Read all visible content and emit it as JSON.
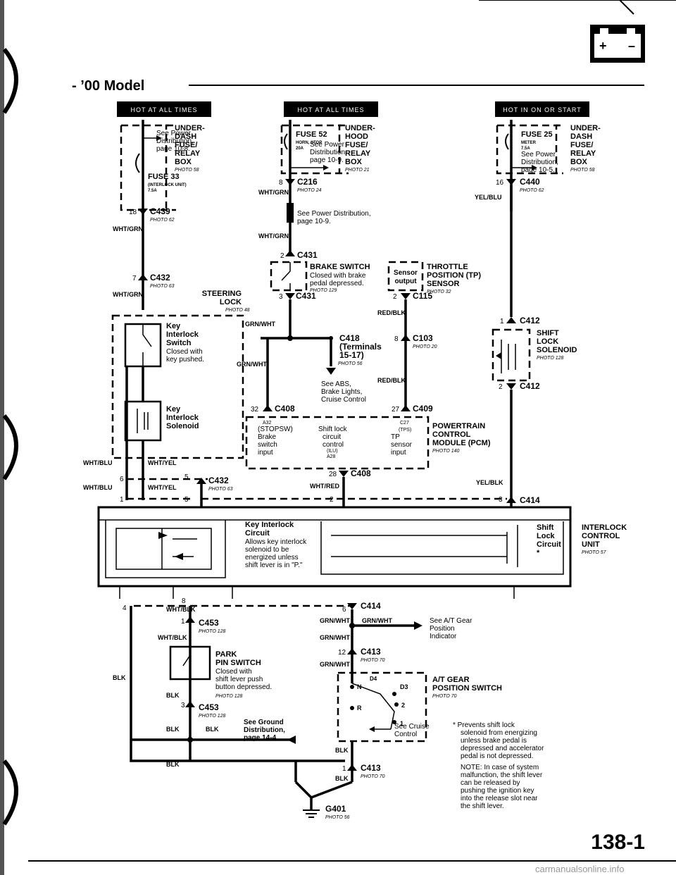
{
  "header": {
    "title": "- ’00 Model",
    "page_number": "138-1",
    "watermark": "carmanualsonline.info"
  },
  "hot_badges": [
    "HOT AT ALL TIMES",
    "HOT AT ALL TIMES",
    "HOT IN ON OR START"
  ],
  "fuse_boxes": [
    {
      "fuse": "FUSE 33",
      "fuse_sub": "(INTERLOCK UNIT)",
      "rating": "7.5A",
      "see": [
        "See Power",
        "Distribution,",
        "page 10-8."
      ],
      "box": [
        "UNDER-",
        "DASH",
        "FUSE/",
        "RELAY",
        "BOX"
      ],
      "photo": "PHOTO 58"
    },
    {
      "fuse": "FUSE 52",
      "fuse_sub": "HORN, STOP",
      "rating": "20A",
      "see": [
        "See Power",
        "Distribution,",
        "page 10-9."
      ],
      "box": [
        "UNDER-",
        "HOOD",
        "FUSE/",
        "RELAY",
        "BOX"
      ],
      "photo": "PHOTO 21"
    },
    {
      "fuse": "FUSE 25",
      "fuse_sub": "METER",
      "rating": "7.5A",
      "see": [
        "See Power",
        "Distribution,",
        "page 10-5."
      ],
      "box": [
        "UNDER-",
        "DASH",
        "FUSE/",
        "RELAY",
        "BOX"
      ],
      "photo": "PHOTO 58"
    }
  ],
  "connectors": {
    "c439": {
      "pin": "18",
      "name": "C439",
      "photo": "PHOTO 62"
    },
    "c432a": {
      "pin": "7",
      "name": "C432",
      "photo": "PHOTO 63"
    },
    "c216": {
      "pin": "8",
      "name": "C216",
      "photo": "PHOTO 24"
    },
    "c431a": {
      "pin": "2",
      "name": "C431"
    },
    "c431b": {
      "pin": "3",
      "name": "C431"
    },
    "c115": {
      "pin": "2",
      "name": "C115"
    },
    "c418": {
      "name": "C418",
      "extra": [
        "(Terminals",
        "15-17)"
      ],
      "photo": "PHOTO 56"
    },
    "c103": {
      "pin": "8",
      "name": "C103",
      "photo": "PHOTO 20"
    },
    "c408a": {
      "pin": "32",
      "name": "C408"
    },
    "c409": {
      "pin": "27",
      "name": "C409"
    },
    "c440": {
      "pin": "16",
      "name": "C440",
      "photo": "PHOTO 62"
    },
    "c412a": {
      "pin": "1",
      "name": "C412"
    },
    "c412b": {
      "pin": "2",
      "name": "C412"
    },
    "c432b": {
      "pin": "5",
      "name": "C432",
      "photo": "PHOTO 63"
    },
    "c408b": {
      "pin": "28",
      "name": "C408"
    },
    "c414a": {
      "pin": "3",
      "name": "C414"
    },
    "c414b": {
      "pin": "6",
      "name": "C414"
    },
    "c453a": {
      "pin": "1",
      "name": "C453",
      "photo": "PHOTO 128"
    },
    "c453b": {
      "pin": "3",
      "name": "C453",
      "photo": "PHOTO 128"
    },
    "c413a": {
      "pin": "12",
      "name": "C413",
      "photo": "PHOTO 70"
    },
    "c413b": {
      "pin": "1",
      "name": "C413",
      "photo": "PHOTO 70"
    },
    "g401": {
      "name": "G401",
      "photo": "PHOTO 56"
    }
  },
  "pins": {
    "p6": "6",
    "p1": "1",
    "p5b": "5",
    "p2": "2",
    "p4": "4",
    "p8": "8"
  },
  "wires": {
    "wht_grn_1": "WHT/GRN",
    "wht_grn_2": "WHT/GRN",
    "wht_grn_3": "WHT/GRN",
    "wht_grn_4": "WHT/GRN",
    "yel_blu": "YEL/BLU",
    "grn_wht_1": "GRN/WHT",
    "grn_wht_2": "GRN/WHT",
    "red_blk_1": "RED/BLK",
    "red_blk_2": "RED/BLK",
    "wht_blu_1": "WHT/BLU",
    "wht_blu_2": "WHT/BLU",
    "wht_yel_1": "WHT/YEL",
    "wht_yel_2": "WHT/YEL",
    "wht_red": "WHT/RED",
    "yel_blk": "YEL/BLK",
    "wht_blk_1": "WHT/BLK",
    "wht_blk_2": "WHT/BLK",
    "grn_wht_3": "GRN/WHT",
    "grn_wht_4": "GRN/WHT",
    "grn_wht_5": "GRN/WHT",
    "grn_wht_6": "GRN/WHT",
    "blk_1": "BLK",
    "blk_2": "BLK",
    "blk_3": "BLK",
    "blk_4": "BLK",
    "blk_5": "BLK",
    "blk_6": "BLK",
    "blk_7": "BLK"
  },
  "components": {
    "steering_lock": {
      "title": [
        "STEERING",
        "LOCK"
      ],
      "photo": "PHOTO 48"
    },
    "key_switch": [
      "Key",
      "Interlock",
      "Switch",
      "Closed with",
      "key pushed."
    ],
    "key_solenoid": [
      "Key",
      "Interlock",
      "Solenoid"
    ],
    "brake_switch": {
      "title": "BRAKE SWITCH",
      "desc": [
        "Closed with brake",
        "pedal depressed."
      ],
      "photo": "PHOTO 129"
    },
    "tp_sensor": {
      "box": [
        "Sensor",
        "output"
      ],
      "title": [
        "THROTTLE",
        "POSITION (TP)",
        "SENSOR"
      ],
      "photo": "PHOTO 32"
    },
    "see_power_mid": [
      "See Power Distribution,",
      "page 10-9."
    ],
    "see_abs": [
      "See ABS,",
      "Brake Lights,",
      "Cruise Control"
    ],
    "pcm": {
      "title": [
        "POWERTRAIN",
        "CONTROL",
        "MODULE (PCM)"
      ],
      "photo": "PHOTO 140",
      "a32": [
        "A32",
        "(STOPSW)",
        "Brake",
        "switch",
        "input"
      ],
      "shift": [
        "Shift lock",
        "circuit",
        "control",
        "(ILU)",
        "A28"
      ],
      "c27": [
        "C27",
        "(TPS)",
        "TP",
        "sensor",
        "input"
      ]
    },
    "shift_lock_solenoid": {
      "title": [
        "SHIFT",
        "LOCK",
        "SOLENOID"
      ],
      "photo": "PHOTO 128"
    },
    "interlock_unit": {
      "title": [
        "INTERLOCK",
        "CONTROL",
        "UNIT"
      ],
      "photo": "PHOTO 57",
      "key_circuit": [
        "Key Interlock",
        "Circuit",
        "Allows key interlock",
        "solenoid to be",
        "energized unless",
        "shift lever is in \"P.\""
      ],
      "shift_circuit": [
        "Shift",
        "Lock",
        "Circuit",
        "*"
      ]
    },
    "park_pin": {
      "title": [
        "PARK",
        "PIN SWITCH"
      ],
      "desc": [
        "Closed with",
        "shift lever push",
        "button depressed."
      ],
      "photo": "PHOTO 128"
    },
    "see_gear": [
      "See A/T Gear",
      "Position",
      "Indicator"
    ],
    "gear_switch": {
      "title": [
        "A/T GEAR",
        "POSITION SWITCH"
      ],
      "photo": "PHOTO 70",
      "labels": [
        "D4",
        "N",
        "D3",
        "R",
        "2",
        "1"
      ]
    },
    "see_cruise": [
      "See Cruise",
      "Control"
    ],
    "see_ground": [
      "See Ground",
      "Distribution,",
      "page 14-4."
    ]
  },
  "notes": [
    "*  Prevents shift lock",
    "solenoid from energizing",
    "unless brake pedal is",
    "depressed and accelerator",
    "pedal is not depressed.",
    "NOTE: In case of system",
    "malfunction, the shift lever",
    "can be released by",
    "pushing the ignition key",
    "into the release slot near",
    "the shift lever."
  ]
}
